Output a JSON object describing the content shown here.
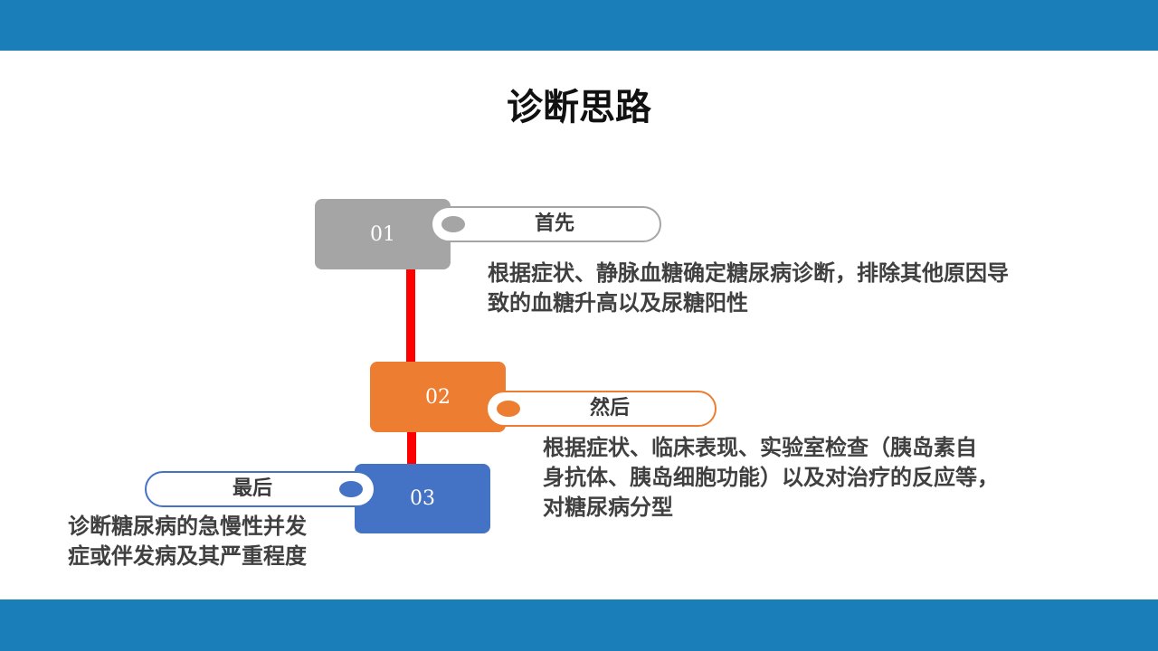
{
  "page": {
    "title": "诊断思路",
    "band_color": "#1a7fb8"
  },
  "steps": [
    {
      "number": "01",
      "label": "首先",
      "color": "#a5a5a5",
      "description": "根据症状、静脉血糖确定糖尿病诊断，排除其他原因导\n致的血糖升高以及尿糖阳性"
    },
    {
      "number": "02",
      "label": "然后",
      "color": "#ed7d31",
      "description": "根据症状、临床表现、实验室检查（胰岛素自\n身抗体、胰岛细胞功能）以及对治疗的反应等，\n对糖尿病分型"
    },
    {
      "number": "03",
      "label": "最后",
      "color": "#4472c4",
      "description": "诊断糖尿病的急慢性并发\n症或伴发病及其严重程度"
    }
  ],
  "connector_color": "#ff0000"
}
